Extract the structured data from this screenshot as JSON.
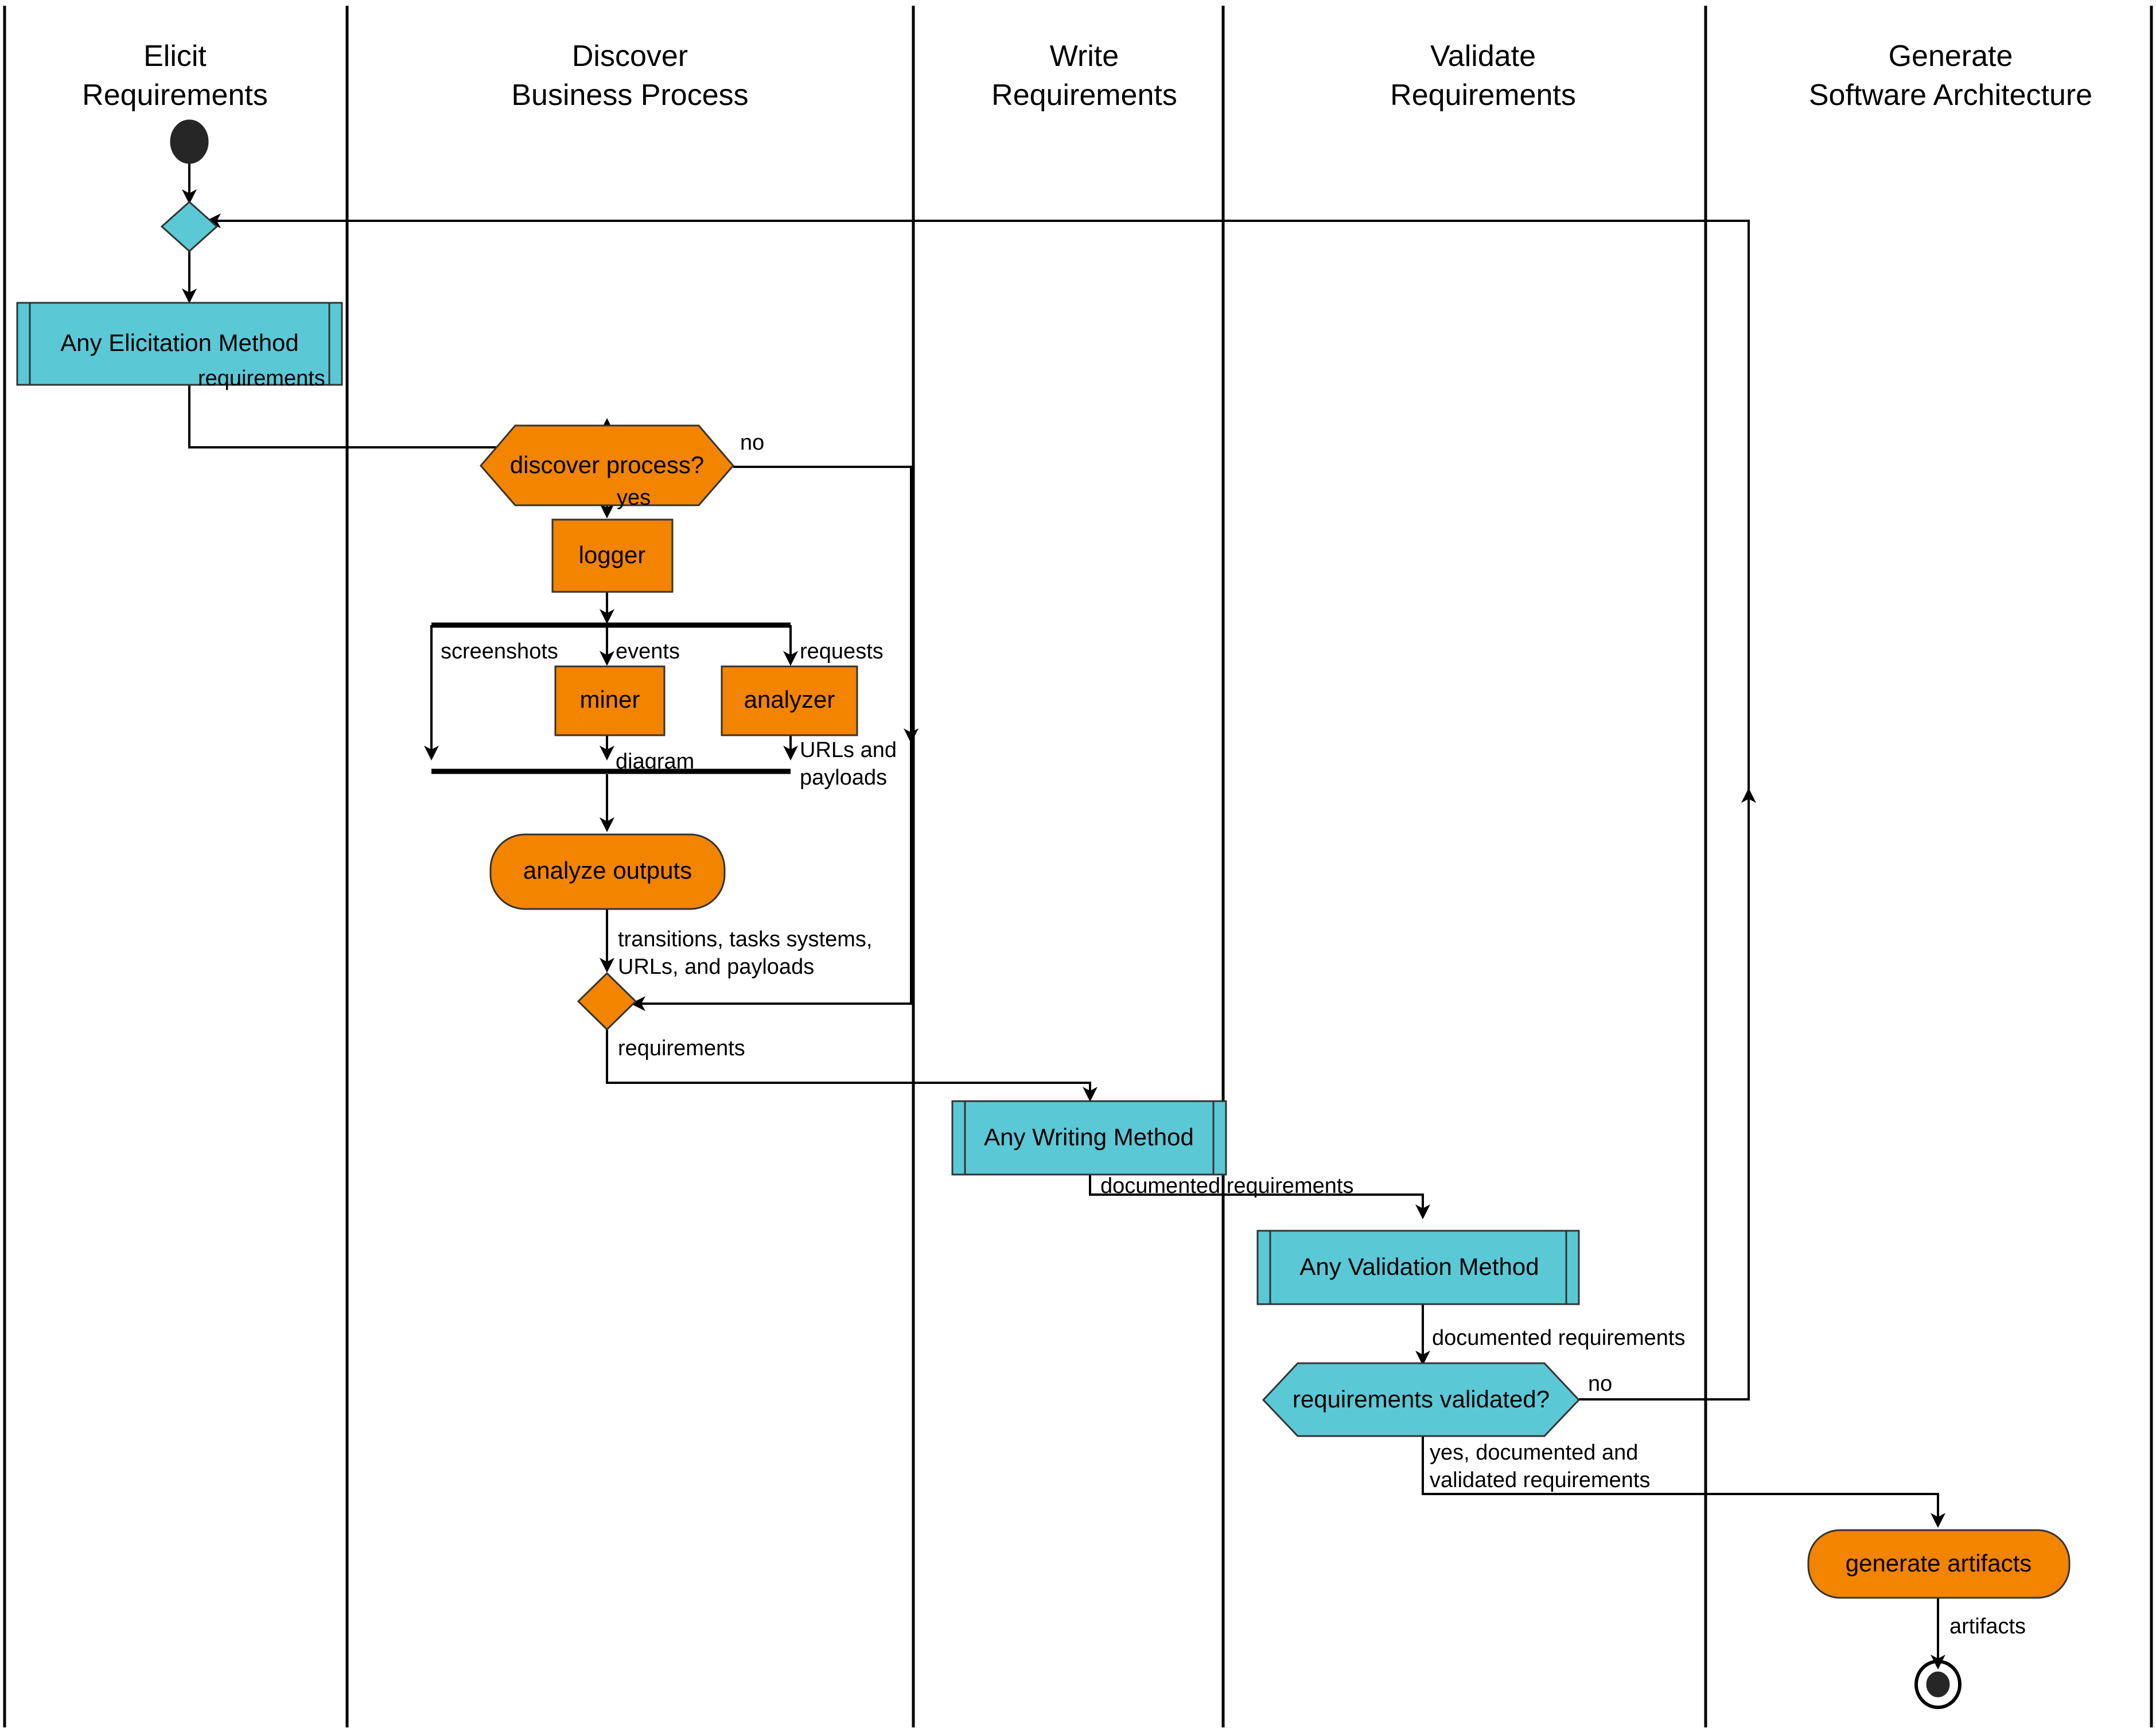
{
  "diagram": {
    "type": "uml-activity-swimlane",
    "title": "",
    "colors": {
      "teal": "#5bc8d6",
      "orange": "#f28400",
      "line": "#000000",
      "node_border": "#333333",
      "background": "#ffffff"
    }
  },
  "lanes": [
    {
      "id": "elicit",
      "line1": "Elicit",
      "line2": "Requirements"
    },
    {
      "id": "discover",
      "line1": "Discover",
      "line2": "Business Process"
    },
    {
      "id": "write",
      "line1": "Write",
      "line2": "Requirements"
    },
    {
      "id": "validate",
      "line1": "Validate",
      "line2": "Requirements"
    },
    {
      "id": "generate",
      "line1": "Generate",
      "line2": "Software Architecture"
    }
  ],
  "nodes": {
    "start": {
      "kind": "initial-node",
      "label": ""
    },
    "merge_elicit": {
      "kind": "merge-diamond",
      "label": "",
      "color": "teal"
    },
    "any_elicitation_method": {
      "kind": "call-behavior-action",
      "label": "Any Elicitation Method",
      "color": "teal"
    },
    "discover_process": {
      "kind": "decision-hexagon",
      "label": "discover process?",
      "color": "orange"
    },
    "logger": {
      "kind": "action-rect",
      "label": "logger",
      "color": "orange"
    },
    "fork": {
      "kind": "fork-bar",
      "label": ""
    },
    "miner": {
      "kind": "action-rect",
      "label": "miner",
      "color": "orange"
    },
    "analyzer": {
      "kind": "action-rect",
      "label": "analyzer",
      "color": "orange"
    },
    "join": {
      "kind": "join-bar",
      "label": ""
    },
    "analyze_outputs": {
      "kind": "action-rounded",
      "label": "analyze outputs",
      "color": "orange"
    },
    "merge_discover": {
      "kind": "merge-diamond",
      "label": "",
      "color": "orange"
    },
    "any_writing_method": {
      "kind": "call-behavior-action",
      "label": "Any Writing Method",
      "color": "teal"
    },
    "any_validation_method": {
      "kind": "call-behavior-action",
      "label": "Any Validation Method",
      "color": "teal"
    },
    "requirements_validated": {
      "kind": "decision-hexagon",
      "label": "requirements validated?",
      "color": "teal"
    },
    "generate_artifacts": {
      "kind": "action-rounded",
      "label": "generate artifacts",
      "color": "orange"
    },
    "end": {
      "kind": "final-node",
      "label": ""
    }
  },
  "edge_labels": {
    "requirements_from_elicitation": "requirements",
    "discover_no": "no",
    "discover_yes": "yes",
    "screenshots": "screenshots",
    "events": "events",
    "requests": "requests",
    "diagram": "diagram",
    "urls_and_payloads_l1": "URLs and",
    "urls_and_payloads_l2": "payloads",
    "analyze_out_l1": "transitions, tasks systems,",
    "analyze_out_l2": "URLs, and payloads",
    "requirements_to_write": "requirements",
    "documented_requirements_1": "documented requirements",
    "documented_requirements_2": "documented requirements",
    "validated_no": "no",
    "validated_yes_l1": "yes, documented and",
    "validated_yes_l2": "validated requirements",
    "artifacts": "artifacts"
  }
}
